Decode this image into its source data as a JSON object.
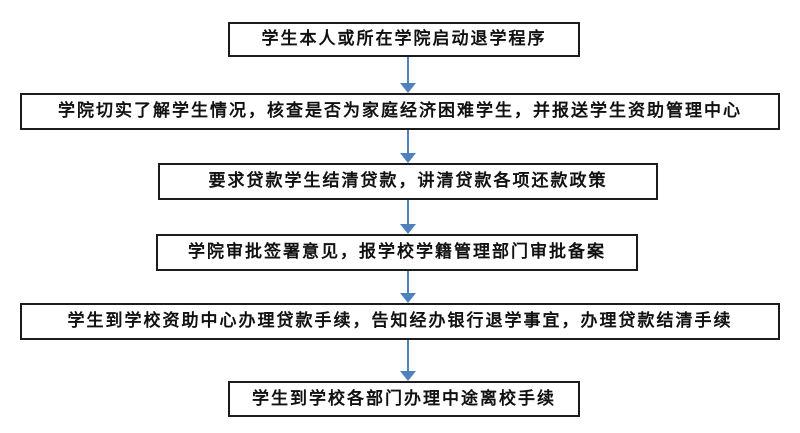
{
  "diagram": {
    "type": "flowchart",
    "orientation": "top-down",
    "colors": {
      "arrow": "#4f81bd",
      "box_border": "#1c1c1c",
      "box_fill": "#ffffff",
      "text": "#111111",
      "background": "#ffffff"
    },
    "nodes": [
      {
        "id": 1,
        "text": "学生本人或所在学院启动退学程序"
      },
      {
        "id": 2,
        "text": "学院切实了解学生情况，核查是否为家庭经济困难学生，并报送学生资助管理中心"
      },
      {
        "id": 3,
        "text": "要求贷款学生结清贷款，讲清贷款各项还款政策"
      },
      {
        "id": 4,
        "text": "学院审批签署意见，报学校学籍管理部门审批备案"
      },
      {
        "id": 5,
        "text": "学生到学校资助中心办理贷款手续，告知经办银行退学事宜，办理贷款结清手续"
      },
      {
        "id": 6,
        "text": "学生到学校各部门办理中途离校手续"
      }
    ],
    "edges": [
      {
        "from": 1,
        "to": 2
      },
      {
        "from": 2,
        "to": 3
      },
      {
        "from": 3,
        "to": 4
      },
      {
        "from": 4,
        "to": 5
      },
      {
        "from": 5,
        "to": 6
      }
    ]
  }
}
